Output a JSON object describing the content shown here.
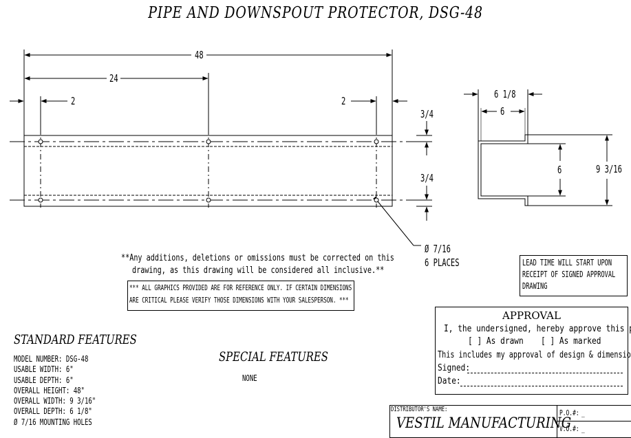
{
  "title": "PIPE AND DOWNSPOUT PROTECTOR,  DSG-48",
  "dimensions": {
    "overall_length": "48",
    "half_length": "24",
    "left_offset": "2",
    "right_offset": "2",
    "top_edge": "3/4",
    "bottom_edge": "3/4",
    "hole_callout": "Ø 7/16",
    "hole_places": "6 PLACES",
    "profile_overall_depth": "6 1/8",
    "profile_depth": "6",
    "profile_width": "6",
    "profile_overall_width": "9 3/16"
  },
  "notes": {
    "corrections": "**Any additions, deletions or omissions must be corrected on this",
    "corrections_2": "drawing, as this drawing will be considered all inclusive.**",
    "graphics_1": "*** ALL GRAPHICS PROVIDED ARE FOR REFERENCE ONLY.  IF CERTAIN DIMENSIONS",
    "graphics_2": "ARE CRITICAL PLEASE VERIFY THOSE DIMENSIONS WITH YOUR SALESPERSON. ***",
    "lead_time_1": "LEAD TIME WILL START UPON",
    "lead_time_2": "RECEIPT OF SIGNED APPROVAL",
    "lead_time_3": "DRAWING"
  },
  "standard_features": {
    "heading": "STANDARD FEATURES",
    "items": [
      "MODEL NUMBER: DSG-48",
      "USABLE WIDTH: 6\"",
      "USABLE DEPTH: 6\"",
      "OVERALL HEIGHT: 48\"",
      "OVERALL WIDTH: 9 3/16\"",
      "OVERALL DEPTH: 6 1/8\"",
      "Ø 7/16 MOUNTING HOLES"
    ]
  },
  "special_features": {
    "heading": "SPECIAL FEATURES",
    "value": "NONE"
  },
  "approval": {
    "heading": "APPROVAL",
    "line1": "I, the undersigned, hereby approve this print",
    "as_drawn": "[ ] As drawn",
    "as_marked": "[ ] As marked",
    "line3": "This includes my approval of design & dimensions.",
    "signed": "Signed:",
    "date": "Date:"
  },
  "title_block": {
    "distributor_label": "DISTRIBUTOR'S NAME:",
    "distributor_name": "VESTIL MANUFACTURING",
    "po_label": "P.O.#:",
    "po_value": "_",
    "vo_label": "V.O.#:",
    "vo_value": "_"
  }
}
